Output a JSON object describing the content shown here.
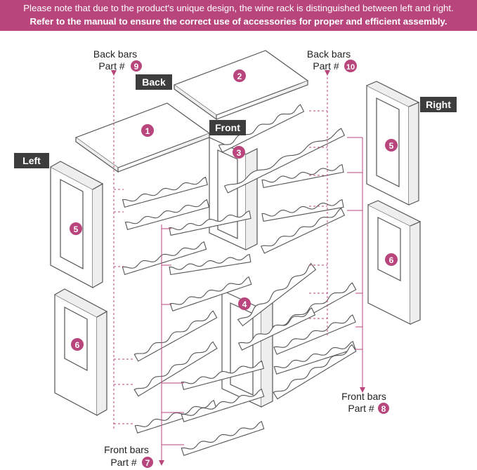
{
  "banner": {
    "line1": "Please note that due to the product's unique design, the wine rack is distinguished between left and right.",
    "line2": "Refer to the manual to ensure the correct use of accessories for proper and efficient assembly."
  },
  "tags": {
    "back": "Back",
    "front": "Front",
    "left": "Left",
    "right": "Right"
  },
  "callouts": {
    "back_bars_left": {
      "title": "Back bars",
      "prefix": "Part #",
      "num": "9"
    },
    "back_bars_right": {
      "title": "Back bars",
      "prefix": "Part #",
      "num": "10"
    },
    "front_bars_bottom": {
      "title": "Front bars",
      "prefix": "Part #",
      "num": "7"
    },
    "front_bars_right": {
      "title": "Front bars",
      "prefix": "Part #",
      "num": "8"
    }
  },
  "parts": {
    "p1": "1",
    "p2": "2",
    "p3": "3",
    "p4": "4",
    "p5_left": "5",
    "p5_right": "5",
    "p6_left": "6",
    "p6_right": "6"
  },
  "colors": {
    "accent": "#b8467c",
    "tag_bg": "#3d3d3d",
    "line": "#555555",
    "dash": "#b8467c"
  }
}
